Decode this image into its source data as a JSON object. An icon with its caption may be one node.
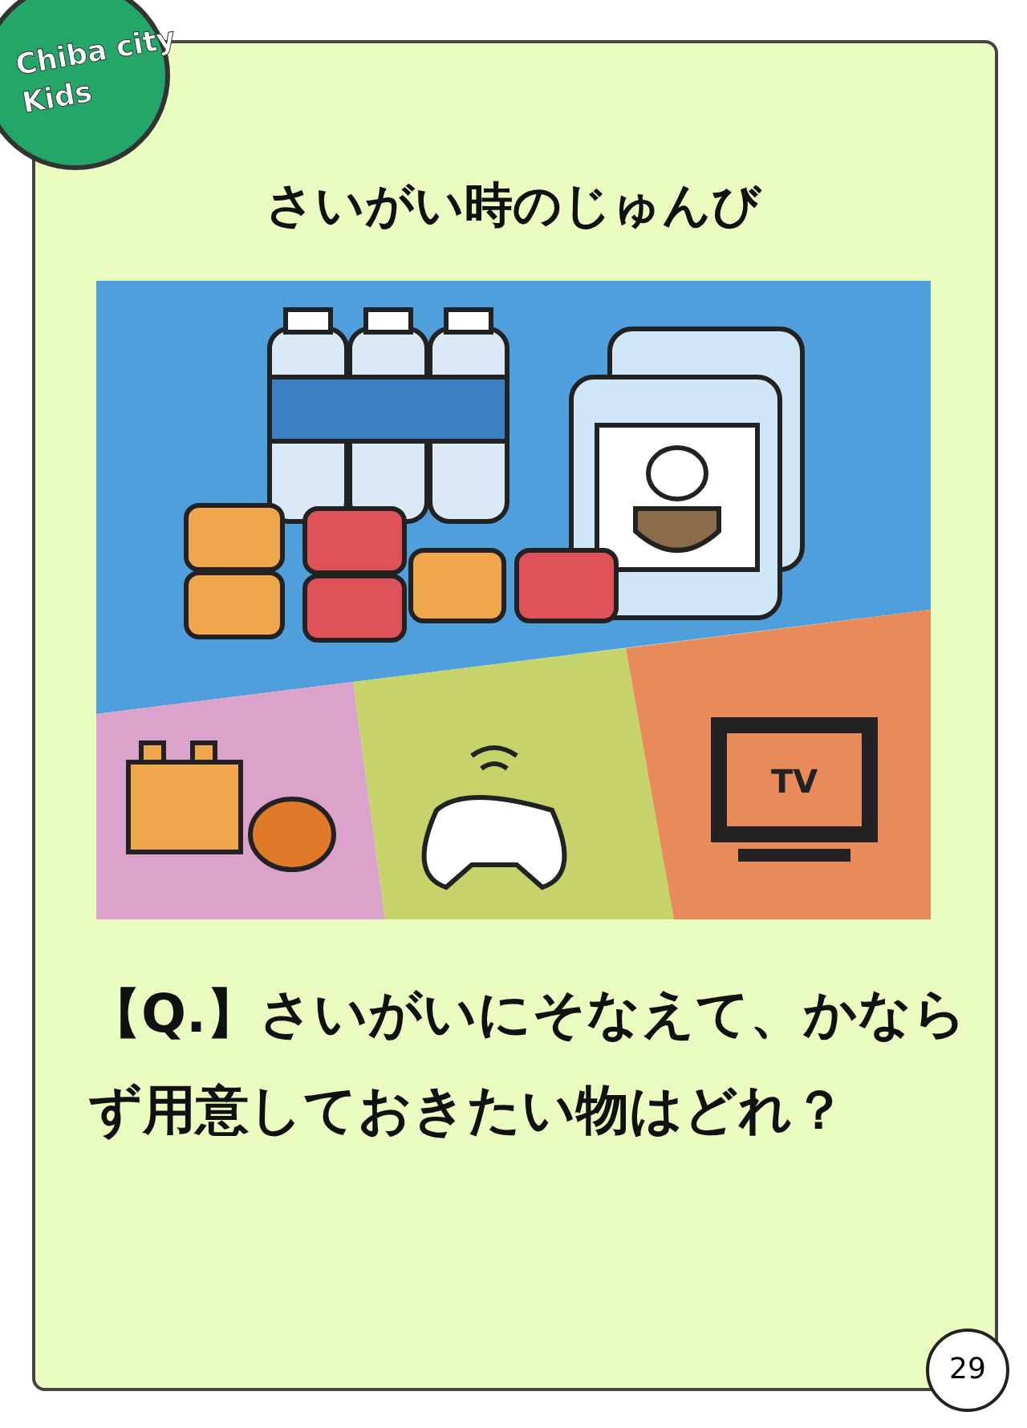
{
  "diagram": {
    "title": "さいがい時のじゅんび",
    "labels": [
      "Chiba city Kids",
      "TV",
      "【Q.】さいがいにそなえて、かならず用意しておきたい物はどれ？",
      "29"
    ]
  }
}
